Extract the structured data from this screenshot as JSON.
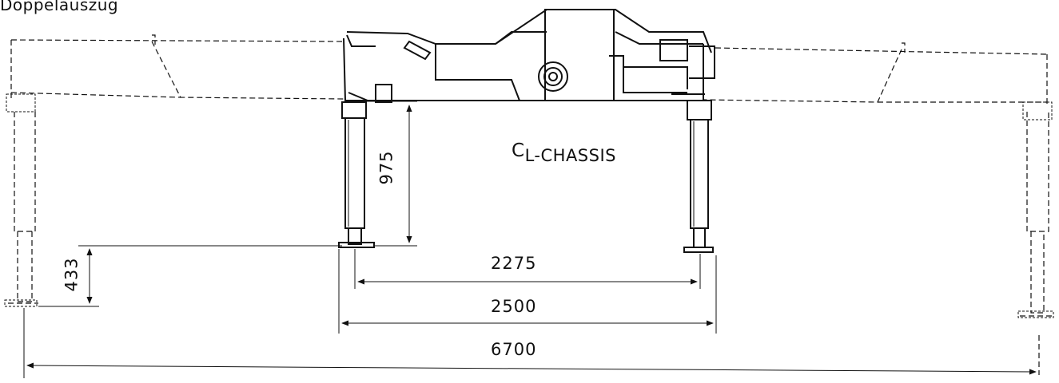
{
  "title": "Doppelauszug",
  "center_label": {
    "symbol": "C",
    "subscript": "L",
    "text": "-CHASSIS"
  },
  "dimensions": {
    "inner_leg_spacing": "2275",
    "single_extension_width": "2500",
    "double_extension_width": "6700",
    "lift_height": "975",
    "outer_foot_clearance": "433"
  },
  "colors": {
    "line": "#111111",
    "background": "#ffffff"
  }
}
